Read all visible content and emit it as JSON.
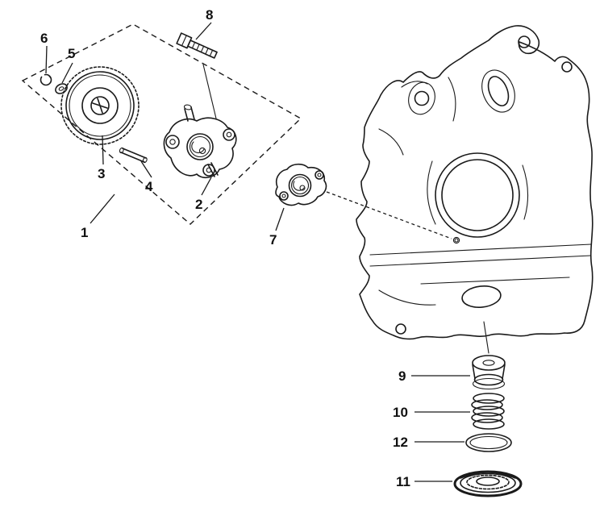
{
  "labels": {
    "p1": "1",
    "p2": "2",
    "p3": "3",
    "p4": "4",
    "p5": "5",
    "p6": "6",
    "p7": "7",
    "p8": "8",
    "p9": "9",
    "p10": "10",
    "p11": "11",
    "p12": "12"
  },
  "colors": {
    "ink": "#1a1a1a",
    "background": "#ffffff"
  }
}
